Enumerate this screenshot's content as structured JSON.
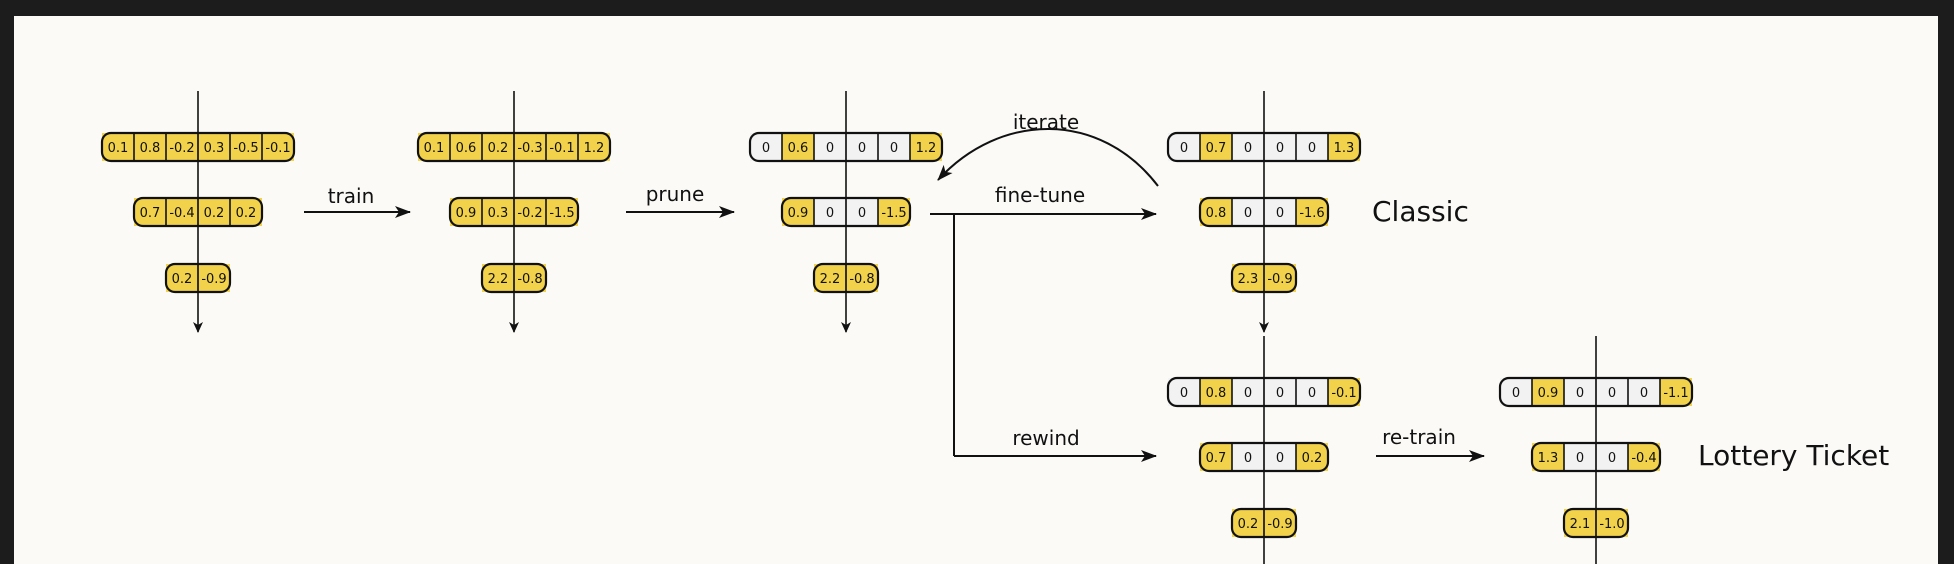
{
  "colors": {
    "frame": "#1c1c1c",
    "canvas": "#fbfaf7",
    "active": "#f2d24b",
    "pruned": "#f2f2f2",
    "stroke": "#111111"
  },
  "networks": [
    {
      "id": "init",
      "layers": [
        [
          "0.1",
          "0.8",
          "-0.2",
          "0.3",
          "-0.5",
          "-0.1"
        ],
        [
          "0.7",
          "-0.4",
          "0.2",
          "0.2"
        ],
        [
          "0.2",
          "-0.9"
        ]
      ]
    },
    {
      "id": "trained",
      "layers": [
        [
          "0.1",
          "0.6",
          "0.2",
          "-0.3",
          "-0.1",
          "1.2"
        ],
        [
          "0.9",
          "0.3",
          "-0.2",
          "-1.5"
        ],
        [
          "2.2",
          "-0.8"
        ]
      ]
    },
    {
      "id": "pruned",
      "layers": [
        [
          "0",
          "0.6",
          "0",
          "0",
          "0",
          "1.2"
        ],
        [
          "0.9",
          "0",
          "0",
          "-1.5"
        ],
        [
          "2.2",
          "-0.8"
        ]
      ]
    },
    {
      "id": "classic",
      "layers": [
        [
          "0",
          "0.7",
          "0",
          "0",
          "0",
          "1.3"
        ],
        [
          "0.8",
          "0",
          "0",
          "-1.6"
        ],
        [
          "2.3",
          "-0.9"
        ]
      ]
    },
    {
      "id": "rewound",
      "layers": [
        [
          "0",
          "0.8",
          "0",
          "0",
          "0",
          "-0.1"
        ],
        [
          "0.7",
          "0",
          "0",
          "0.2"
        ],
        [
          "0.2",
          "-0.9"
        ]
      ]
    },
    {
      "id": "lottery",
      "layers": [
        [
          "0",
          "0.9",
          "0",
          "0",
          "0",
          "-1.1"
        ],
        [
          "1.3",
          "0",
          "0",
          "-0.4"
        ],
        [
          "2.1",
          "-1.0"
        ]
      ]
    }
  ],
  "edges": {
    "train": "train",
    "prune": "prune",
    "fine_tune": "fine-tune",
    "iterate": "iterate",
    "rewind": "rewind",
    "retrain": "re-train"
  },
  "labels": {
    "classic": "Classic",
    "lottery": "Lottery Ticket"
  }
}
